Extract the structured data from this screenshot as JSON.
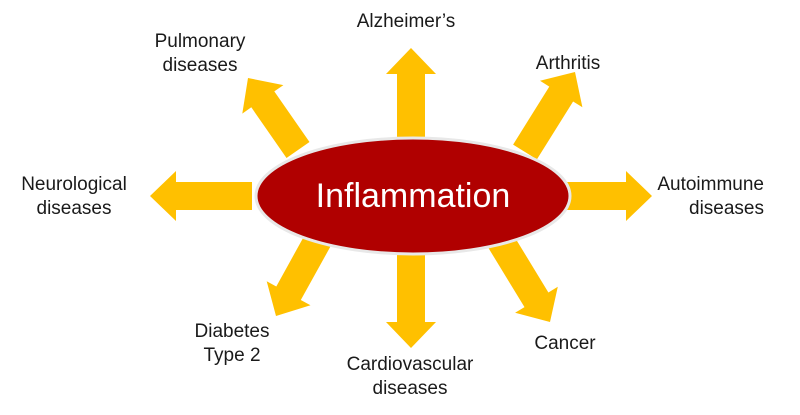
{
  "diagram": {
    "center": {
      "label": "Inflammation"
    },
    "outcomes": [
      {
        "id": "alzheimers",
        "lines": [
          "Alzheimer’s"
        ]
      },
      {
        "id": "arthritis",
        "lines": [
          "Arthritis"
        ]
      },
      {
        "id": "autoimmune",
        "lines": [
          "Autoimmune",
          "diseases"
        ]
      },
      {
        "id": "cancer",
        "lines": [
          "Cancer"
        ]
      },
      {
        "id": "cardiovascular",
        "lines": [
          "Cardiovascular",
          "diseases"
        ]
      },
      {
        "id": "diabetes",
        "lines": [
          "Diabetes",
          "Type 2"
        ]
      },
      {
        "id": "neurological",
        "lines": [
          "Neurological",
          "diseases"
        ]
      },
      {
        "id": "pulmonary",
        "lines": [
          "Pulmonary",
          "diseases"
        ]
      }
    ],
    "colors": {
      "ellipse_fill": "#b00000",
      "ellipse_stroke": "#e8e8e8",
      "arrow_fill": "#ffc000",
      "text": "#1a1a1a",
      "center_text": "#ffffff"
    }
  }
}
